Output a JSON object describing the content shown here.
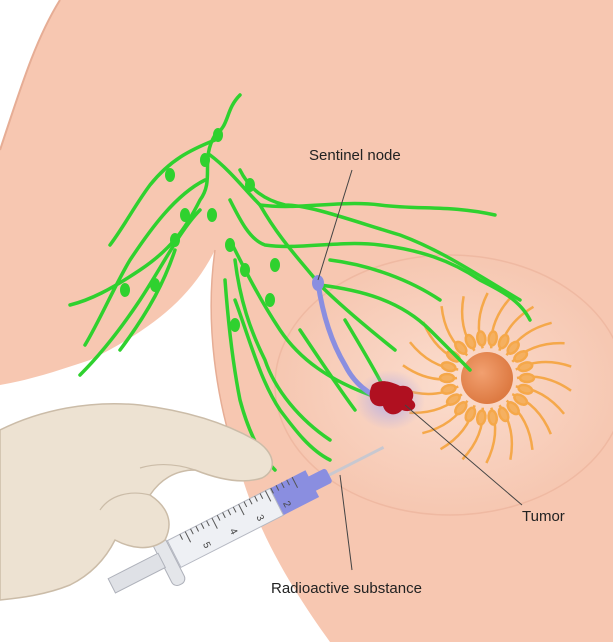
{
  "labels": {
    "sentinel_node": "Sentinel node",
    "tumor": "Tumor",
    "radioactive_substance": "Radioactive substance"
  },
  "syringe_scale": [
    "2",
    "3",
    "4",
    "5"
  ],
  "colors": {
    "skin": "#f7c9b3",
    "breast": "#fad4c2",
    "lymph": "#2fd12f",
    "areola": "#f5a84a",
    "nipple": "#e8864a",
    "tumor": "#b01020",
    "tracer": "#8a8ee0",
    "hand": "#ede2d2"
  }
}
